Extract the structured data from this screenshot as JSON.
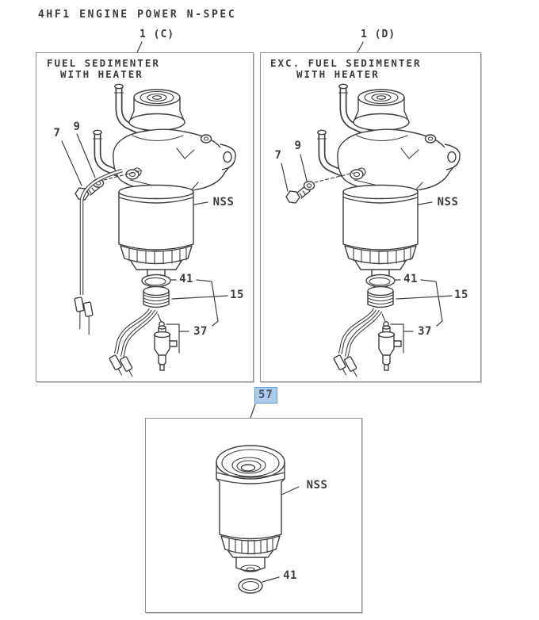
{
  "page": {
    "title": "4HF1 ENGINE POWER N-SPEC"
  },
  "selection_highlight": {
    "background": "#aecbea",
    "border": "#5b9bd5",
    "text_color": "#44546a"
  },
  "panel_c": {
    "ref_label": "1 (C)",
    "caption_line1": "FUEL SEDIMENTER",
    "caption_line2": "WITH HEATER",
    "callout_bolt": "7",
    "callout_washer": "9",
    "callout_body": "NSS",
    "callout_oring": "41",
    "callout_drain_assembly": "15",
    "callout_sensor": "37"
  },
  "panel_d": {
    "ref_label": "1 (D)",
    "caption_line1": "EXC. FUEL SEDIMENTER",
    "caption_line2": "WITH HEATER",
    "callout_bolt": "7",
    "callout_washer": "9",
    "callout_body": "NSS",
    "callout_oring": "41",
    "callout_drain_assembly": "15",
    "callout_sensor": "37"
  },
  "panel_filter": {
    "ref_label": "57",
    "callout_body": "NSS",
    "callout_oring": "41"
  }
}
